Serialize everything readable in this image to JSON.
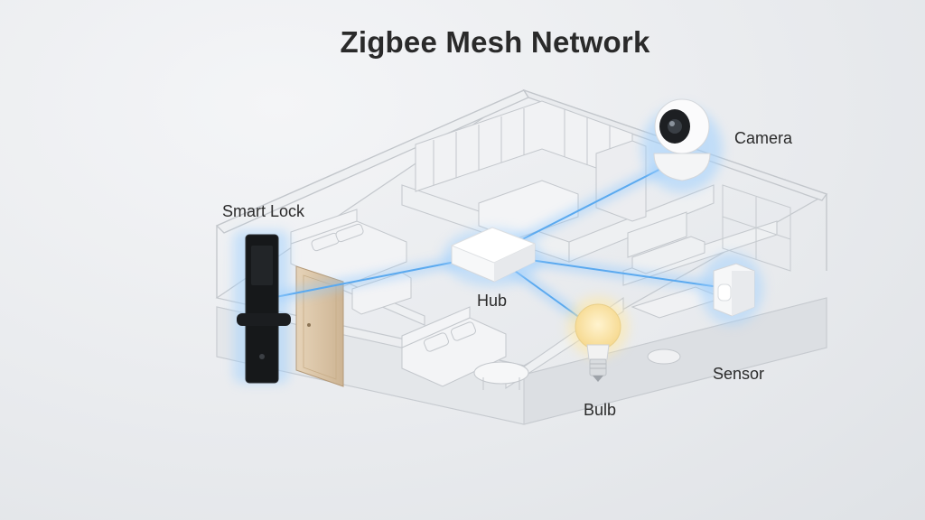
{
  "title": "Zigbee Mesh Network",
  "devices": {
    "hub": {
      "label": "Hub"
    },
    "camera": {
      "label": "Camera"
    },
    "smart_lock": {
      "label": "Smart Lock"
    },
    "sensor": {
      "label": "Sensor"
    },
    "bulb": {
      "label": "Bulb"
    }
  },
  "colors": {
    "link": "#5aa9ef",
    "glow": "#8ec8ff"
  }
}
